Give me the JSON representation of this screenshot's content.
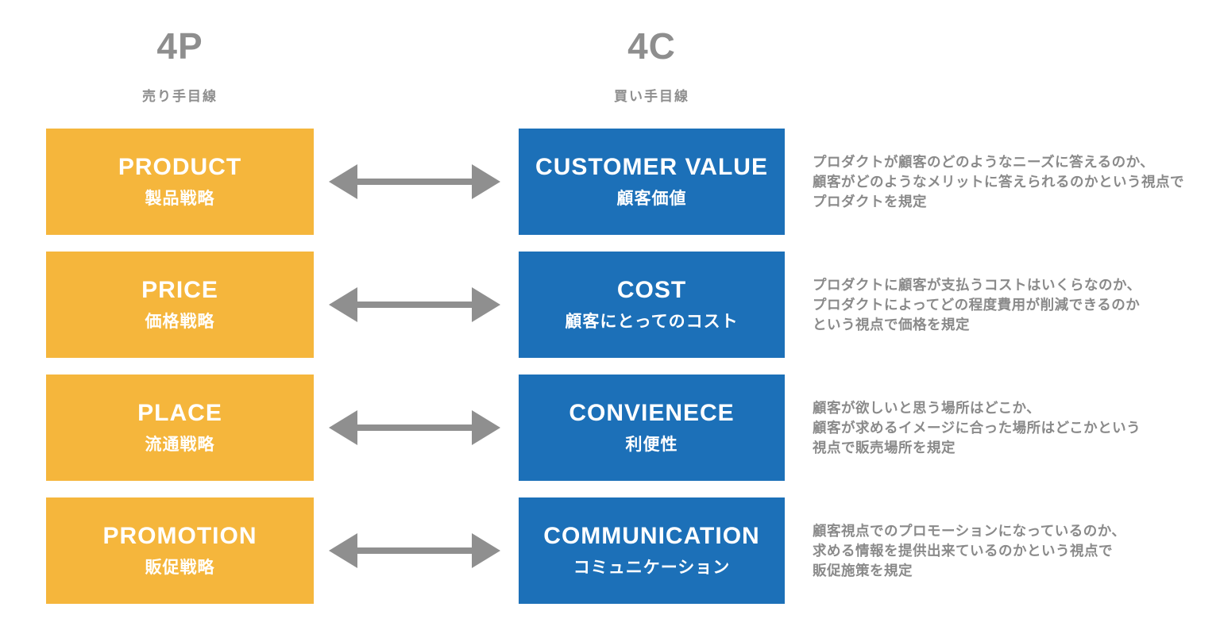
{
  "columns": {
    "p": {
      "heading": "4P",
      "subheading": "売り手目線"
    },
    "c": {
      "heading": "4C",
      "subheading": "買い手目線"
    }
  },
  "rows": [
    {
      "p": {
        "title": "PRODUCT",
        "subtitle": "製品戦略"
      },
      "c": {
        "title": "CUSTOMER VALUE",
        "subtitle": "顧客価値"
      },
      "desc": "プロダクトが顧客のどのようなニーズに答えるのか、\n顧客がどのようなメリットに答えられるのかという視点で\nプロダクトを規定"
    },
    {
      "p": {
        "title": "PRICE",
        "subtitle": "価格戦略"
      },
      "c": {
        "title": "COST",
        "subtitle": "顧客にとってのコスト"
      },
      "desc": "プロダクトに顧客が支払うコストはいくらなのか、\nプロダクトによってどの程度費用が削減できるのか\nという視点で価格を規定"
    },
    {
      "p": {
        "title": "PLACE",
        "subtitle": "流通戦略"
      },
      "c": {
        "title": "CONVIENECE",
        "subtitle": "利便性"
      },
      "desc": "顧客が欲しいと思う場所はどこか、\n顧客が求めるイメージに合った場所はどこかという\n視点で販売場所を規定"
    },
    {
      "p": {
        "title": "PROMOTION",
        "subtitle": "販促戦略"
      },
      "c": {
        "title": "COMMUNICATION",
        "subtitle": "コミュニケーション"
      },
      "desc": "顧客視点でのプロモーションになっているのか、\n求める情報を提供出来ているのかという視点で\n販促施策を規定"
    }
  ],
  "icons": {
    "arrow": "double-headed-arrow"
  },
  "colors": {
    "p_box": "#F5B63C",
    "c_box": "#1C70B8",
    "box_text": "#FFFFFF",
    "header_text": "#8E8E8E",
    "desc_text": "#8A8A8A",
    "arrow": "#8F8F8F"
  }
}
